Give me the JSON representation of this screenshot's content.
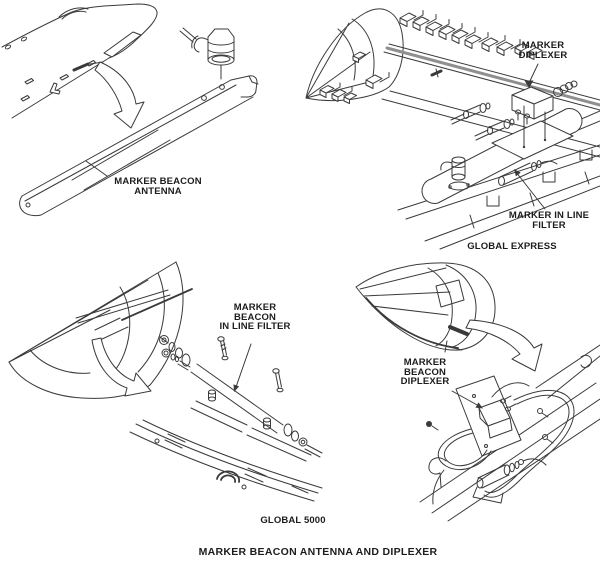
{
  "figure_title": "MARKER BEACON ANTENNA AND DIPLEXER",
  "captions": {
    "global_express": "GLOBAL EXPRESS",
    "global_5000": "GLOBAL 5000"
  },
  "labels": {
    "marker_beacon_antenna": {
      "line1": "MARKER BEACON",
      "line2": "ANTENNA"
    },
    "marker_diplexer": {
      "line1": "MARKER",
      "line2": "DIPLEXER"
    },
    "marker_in_line_filter": {
      "line1": "MARKER IN LINE",
      "line2": "FILTER"
    },
    "marker_beacon_in_line_filter": {
      "line1": "MARKER",
      "line2": "BEACON",
      "line3": "IN LINE FILTER"
    },
    "marker_beacon_diplexer": {
      "line1": "MARKER",
      "line2": "BEACON",
      "line3": "DIPLEXER"
    }
  },
  "colors": {
    "line": "#3a3a3a",
    "text": "#1d1d1d",
    "background": "#ffffff"
  }
}
